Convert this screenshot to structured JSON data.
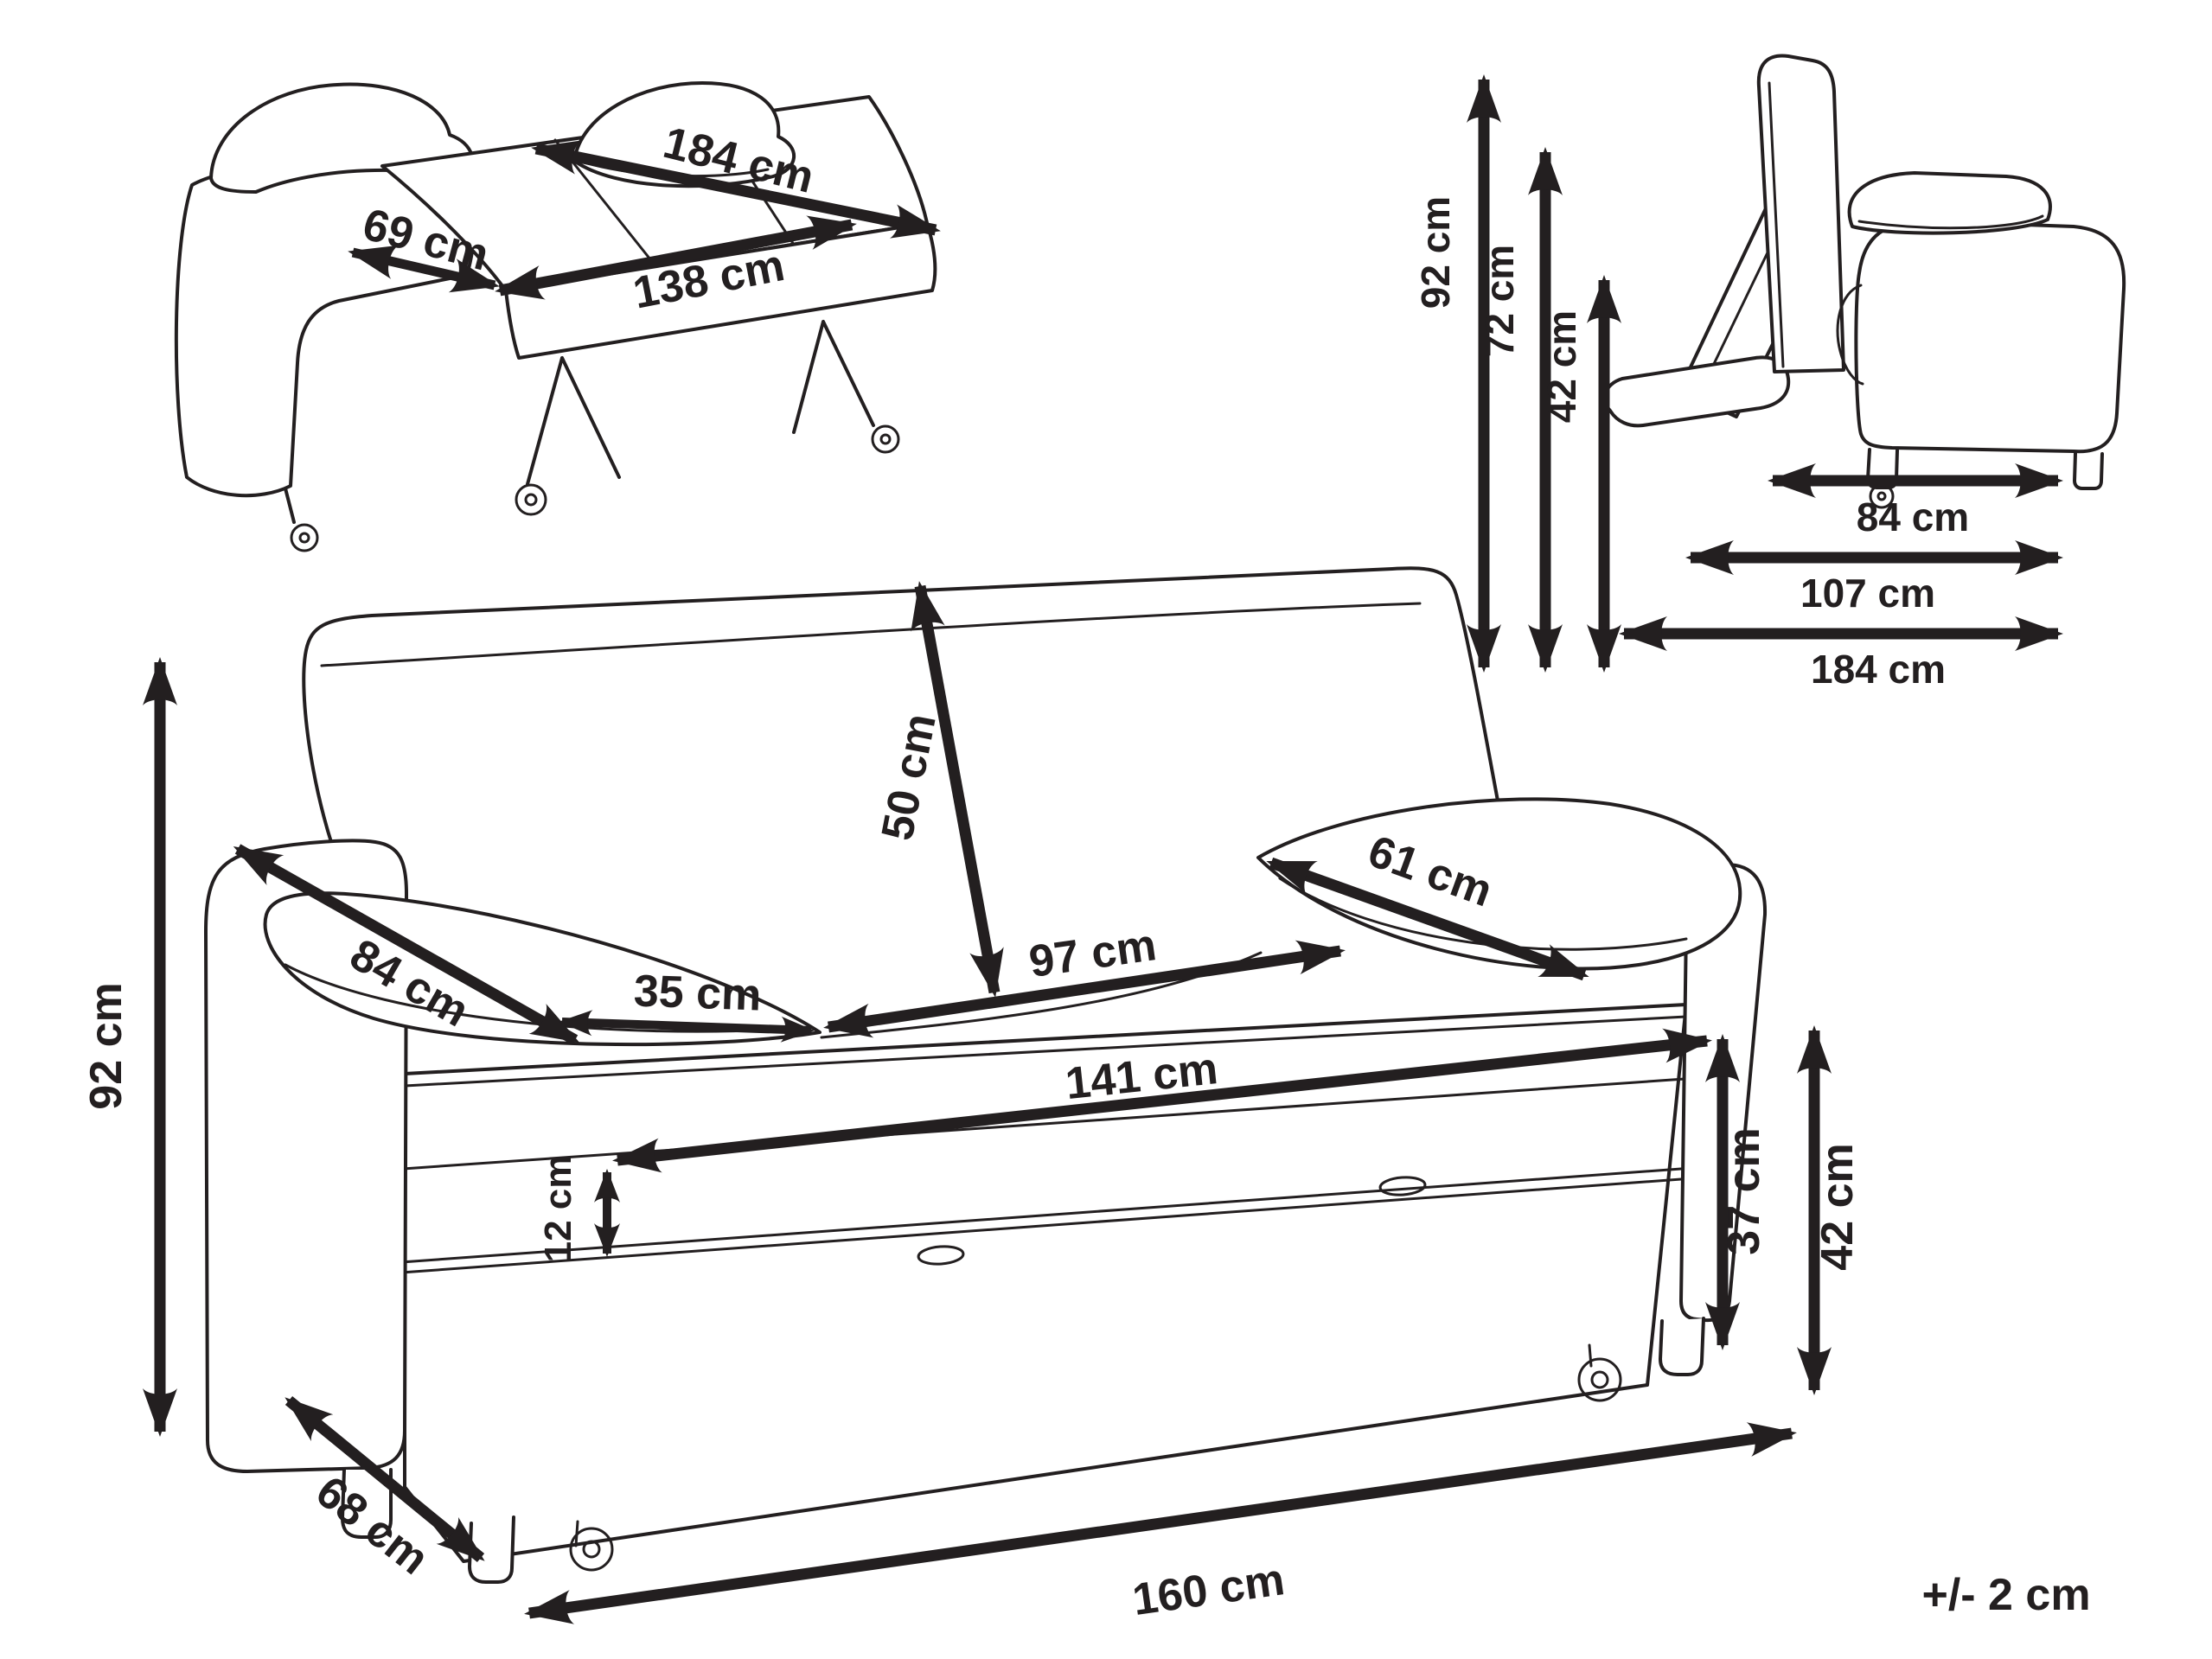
{
  "canvas": {
    "background": "#ffffff",
    "ink": "#231f20"
  },
  "tolerance_note": "+/- 2 cm",
  "bed_view": {
    "description": "sofa unfolded into bed, isometric view",
    "dims": {
      "bed_length": "184 cm",
      "section_depth": "69 cm",
      "mattress_length": "138 cm"
    }
  },
  "side_view": {
    "description": "side profile with folding backrest",
    "heights": {
      "overall": "92 cm",
      "backrest": "72 cm",
      "seat": "42 cm"
    },
    "depths": {
      "seat": "84 cm",
      "overall": "107 cm",
      "unfolded": "184 cm"
    }
  },
  "front_view": {
    "description": "sofa front view",
    "dims": {
      "overall_height": "92 cm",
      "backrest_height": "50 cm",
      "left_pillow_length": "84 cm",
      "right_pillow_length": "61 cm",
      "pillow_front_width": "35 cm",
      "seat_width": "97 cm",
      "inner_width": "141 cm",
      "under_seat_gap": "12 cm",
      "base_height": "37 cm",
      "seat_height": "42 cm",
      "base_depth": "68 cm",
      "overall_width": "160 cm"
    }
  }
}
